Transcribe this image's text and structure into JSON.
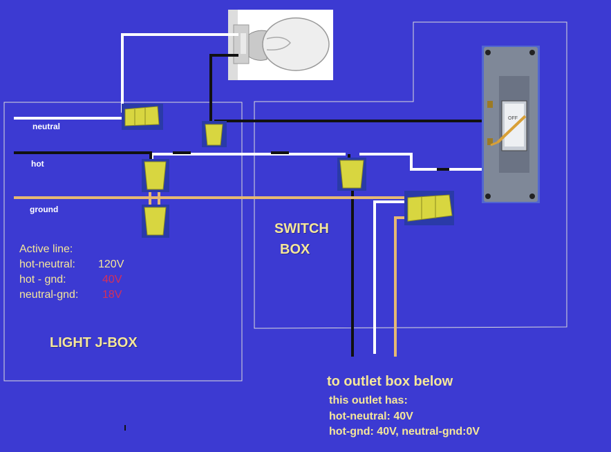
{
  "wire_labels": {
    "neutral": "neutral",
    "hot": "hot",
    "ground": "ground"
  },
  "boxes": {
    "light_jbox": "LIGHT J-BOX",
    "switch_box_line1": "SWITCH",
    "switch_box_line2": "BOX"
  },
  "active_line": {
    "title": "Active line:",
    "rows": [
      {
        "label": "hot-neutral:",
        "value": "120V"
      },
      {
        "label": "hot - gnd:",
        "value": "40V"
      },
      {
        "label": "neutral-gnd:",
        "value": "18V"
      }
    ]
  },
  "outlet": {
    "title": "to outlet box below",
    "lines": [
      "this outlet has:",
      "hot-neutral: 40V",
      "hot-gnd: 40V,  neutral-gnd:0V"
    ]
  },
  "switch_text": "OFF",
  "colors": {
    "background": "#3c3ad2",
    "neutral_wire": "#ffffff",
    "hot_wire": "#111111",
    "ground_wire": "#e6b873",
    "wire_nut": "#d8d640",
    "box_outline": "#dcdcdc",
    "label_text": "#f5e79a",
    "warning_value": "#d4305a"
  }
}
